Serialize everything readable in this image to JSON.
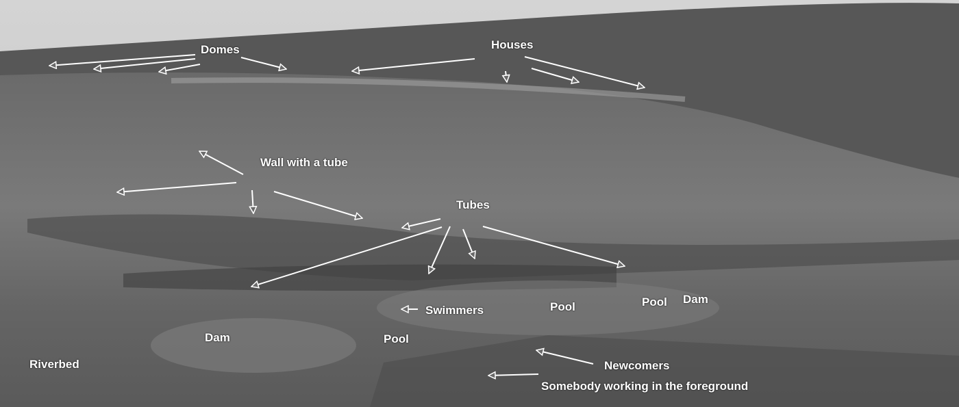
{
  "labels": {
    "domes": "Domes",
    "houses": "Houses",
    "wall": "Wall with a tube",
    "tubes": "Tubes",
    "swimmers": "Swimmers",
    "pool1": "Pool",
    "pool2": "Pool",
    "pool3": "Pool",
    "dam1": "Dam",
    "dam2": "Dam",
    "riverbed": "Riverbed",
    "newcomers": "Newcomers",
    "somebody": "Somebody working in the foreground"
  }
}
